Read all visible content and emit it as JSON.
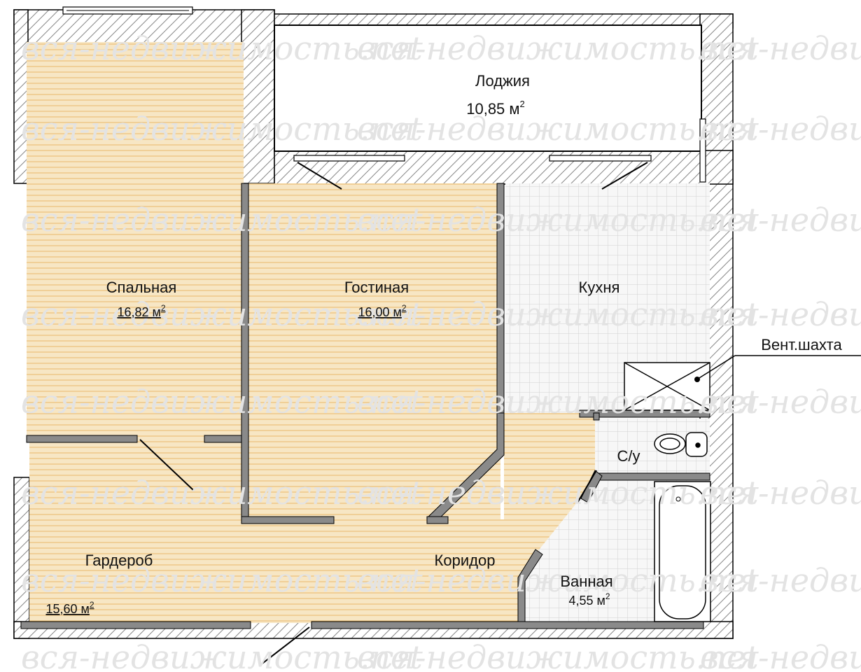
{
  "rooms": [
    {
      "id": "loggia",
      "name": "Лоджия",
      "area": "10,85 м",
      "sup": "2"
    },
    {
      "id": "bedroom",
      "name": "Спальная",
      "area": "16,82 м",
      "sup": "2"
    },
    {
      "id": "living",
      "name": "Гостиная",
      "area": "16,00 м",
      "sup": "2"
    },
    {
      "id": "kitchen",
      "name": "Кухня",
      "area": "",
      "sup": ""
    },
    {
      "id": "wardrobe",
      "name": "Гардероб",
      "area": "15,60 м",
      "sup": "2"
    },
    {
      "id": "corridor",
      "name": "Коридор",
      "area": "",
      "sup": ""
    },
    {
      "id": "toilet",
      "name": "С/у",
      "area": "",
      "sup": ""
    },
    {
      "id": "bathroom",
      "name": "Ванная",
      "area": "4,55 м",
      "sup": "2"
    }
  ],
  "callouts": {
    "vent_shaft": "Вент.шахта"
  },
  "watermark": "вся-недвижимость.net",
  "colors": {
    "floor_wood": "#f7e6c4",
    "floor_wood_line": "#e9b86a",
    "tile_bg": "#f5f5f5",
    "tile_line": "#d6d6d6",
    "wall_fill": "#8a8a8a",
    "outline": "#000000"
  }
}
